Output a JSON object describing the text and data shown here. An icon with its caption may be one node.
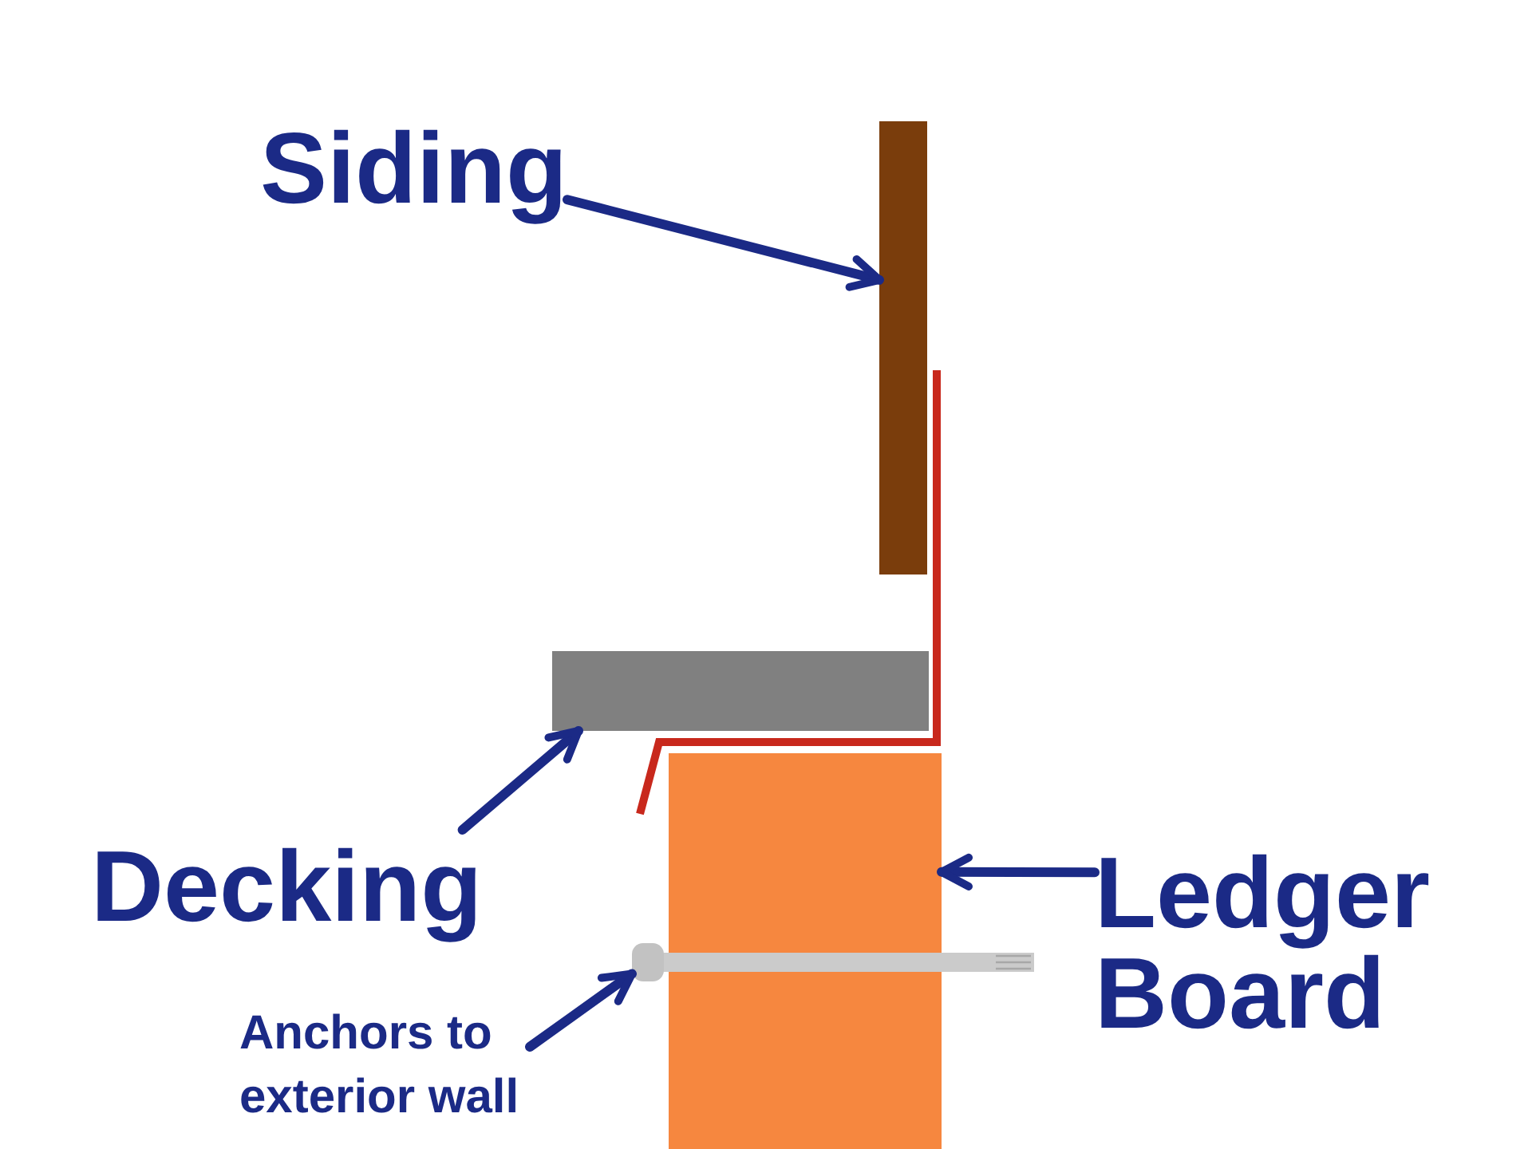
{
  "diagram": {
    "nodes": [
      {
        "text": [
          "Siding"
        ]
      },
      {
        "text": [],
        "shape": "box"
      },
      {
        "text": [
          "Decking"
        ]
      },
      {
        "text": [],
        "shape": "box"
      },
      {
        "text": [
          "Ledger Board"
        ]
      },
      {
        "text": [],
        "shape": "box"
      },
      {
        "text": [
          "Anchors to exterior wall"
        ]
      },
      {
        "text": [],
        "shape": "bar"
      }
    ],
    "edges": [
      {
        "from": 0,
        "to": 1,
        "arrow": "to"
      },
      {
        "from": 2,
        "to": 3,
        "arrow": "to"
      },
      {
        "from": 4,
        "to": 5,
        "arrow": "to"
      },
      {
        "from": 6,
        "to": 7,
        "arrow": "to"
      }
    ]
  }
}
